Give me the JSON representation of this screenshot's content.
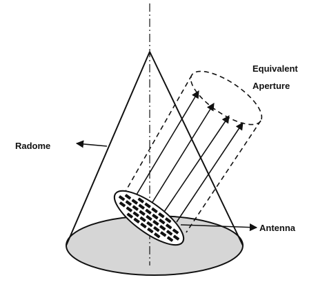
{
  "labels": {
    "equivalent_line1": "Equivalent",
    "equivalent_line2": "Aperture",
    "radome": "Radome",
    "antenna": "Antenna"
  },
  "colors": {
    "base_fill": "#d6d6d6",
    "stroke": "#111111",
    "element_fill": "#111111"
  }
}
